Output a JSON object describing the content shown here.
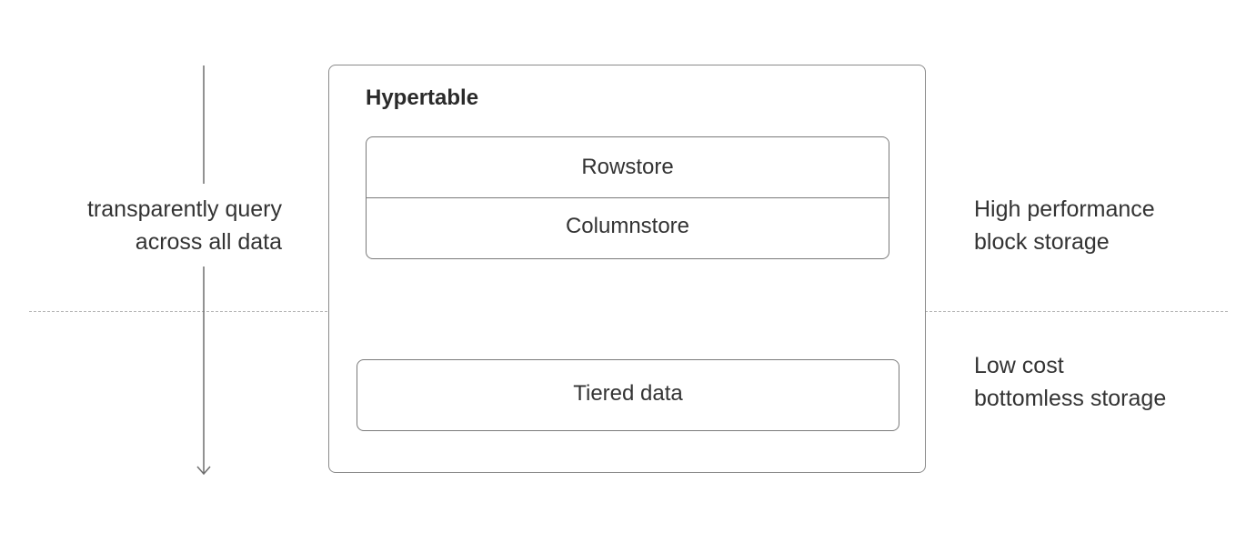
{
  "diagram": {
    "left_label": [
      "transparently query",
      "across all data"
    ],
    "container": {
      "title": "Hypertable",
      "stores": [
        "Rowstore",
        "Columnstore"
      ],
      "tiered": "Tiered data"
    },
    "right_labels": {
      "top": [
        "High performance",
        "block storage"
      ],
      "bottom": [
        "Low cost",
        "bottomless storage"
      ]
    },
    "colors": {
      "line": "#7a7a7a",
      "divider": "#b5b5b5",
      "text": "#333333"
    }
  }
}
